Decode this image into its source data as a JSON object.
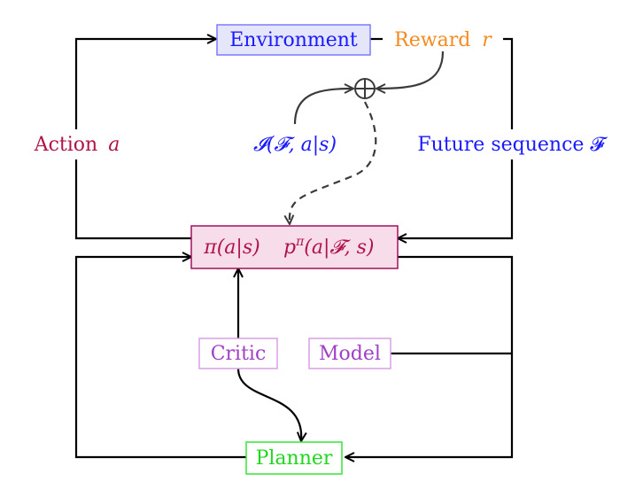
{
  "colors": {
    "environment_fill": "#e6e6fa",
    "environment_stroke": "#7b7bff",
    "environment_text": "#1a1aff",
    "reward_text": "#f58a1f",
    "action_text": "#b0124a",
    "policy_fill": "#f7dcea",
    "policy_stroke": "#a01060",
    "policy_text": "#b0124a",
    "critic_stroke": "#d9a0e6",
    "critic_text": "#a040c8",
    "model_stroke": "#d9a0e6",
    "model_text": "#a040c8",
    "planner_stroke": "#33e633",
    "planner_text": "#1ed81e",
    "info_text": "#1a1aff",
    "future_text": "#1a1aff"
  },
  "nodes": {
    "environment": "Environment",
    "reward_word": "Reward",
    "reward_symbol": "r",
    "policy_pi": "π(a|s)",
    "policy_p_main": "p",
    "policy_p_sup": "π",
    "policy_p_rest": "(a|𝓕, s)",
    "critic": "Critic",
    "model": "Model",
    "planner": "Planner",
    "sum_symbol": "⊕"
  },
  "labels": {
    "action_word": "Action",
    "action_symbol": "a",
    "information": "𝓘(𝓕, a|s)",
    "future_sequence": "Future sequence 𝓕"
  }
}
